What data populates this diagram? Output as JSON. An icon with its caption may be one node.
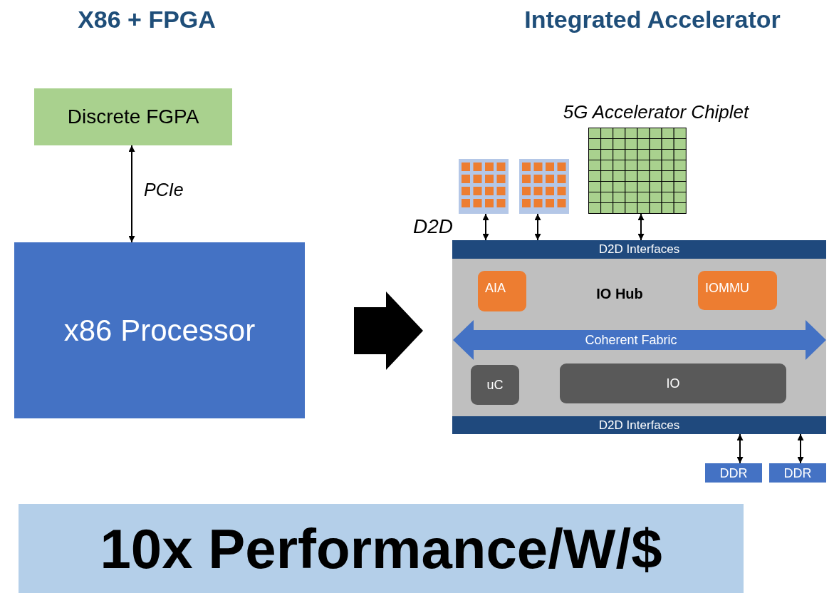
{
  "diagram": {
    "nodes": [
      {
        "text": [
          "Discrete FGPA"
        ]
      },
      {
        "text": [
          "x86 Processor"
        ]
      },
      {
        "text": [],
        "shape": "box"
      },
      {
        "text": [],
        "shape": "box"
      },
      {
        "text": [
          "5G Accelerator Chiplet"
        ]
      },
      {
        "text": [
          "IO Hub"
        ]
      },
      {
        "text": [
          "D2D Interfaces"
        ],
        "in": 5
      },
      {
        "text": [
          "AIA"
        ],
        "in": 5
      },
      {
        "text": [
          "IOMMU"
        ],
        "in": 5
      },
      {
        "text": [
          "Coherent Fabric"
        ],
        "in": 5
      },
      {
        "text": [
          "uC"
        ],
        "in": 5
      },
      {
        "text": [
          "IO"
        ],
        "in": 5
      },
      {
        "text": [
          "D2D Interfaces"
        ],
        "in": 5
      },
      {
        "text": [
          "DDR"
        ]
      },
      {
        "text": [
          "DDR"
        ]
      },
      {
        "text": [
          "10x Performance/W/$"
        ]
      }
    ],
    "edges": [
      {
        "from": 0,
        "to": 1,
        "arrow": "both",
        "label": "PCIe"
      },
      {
        "from": 1,
        "to": 5,
        "arrow": "to",
        "style": "thick"
      },
      {
        "from": 2,
        "to": 6,
        "arrow": "both"
      },
      {
        "from": 3,
        "to": 6,
        "arrow": "both"
      },
      {
        "from": 4,
        "to": 6,
        "arrow": "both"
      },
      {
        "from": 12,
        "to": 13,
        "arrow": "both"
      },
      {
        "from": 12,
        "to": 14,
        "arrow": "both"
      }
    ],
    "labels": [
      "X86 + FPGA",
      "Integrated Accelerator",
      "D2D"
    ]
  }
}
